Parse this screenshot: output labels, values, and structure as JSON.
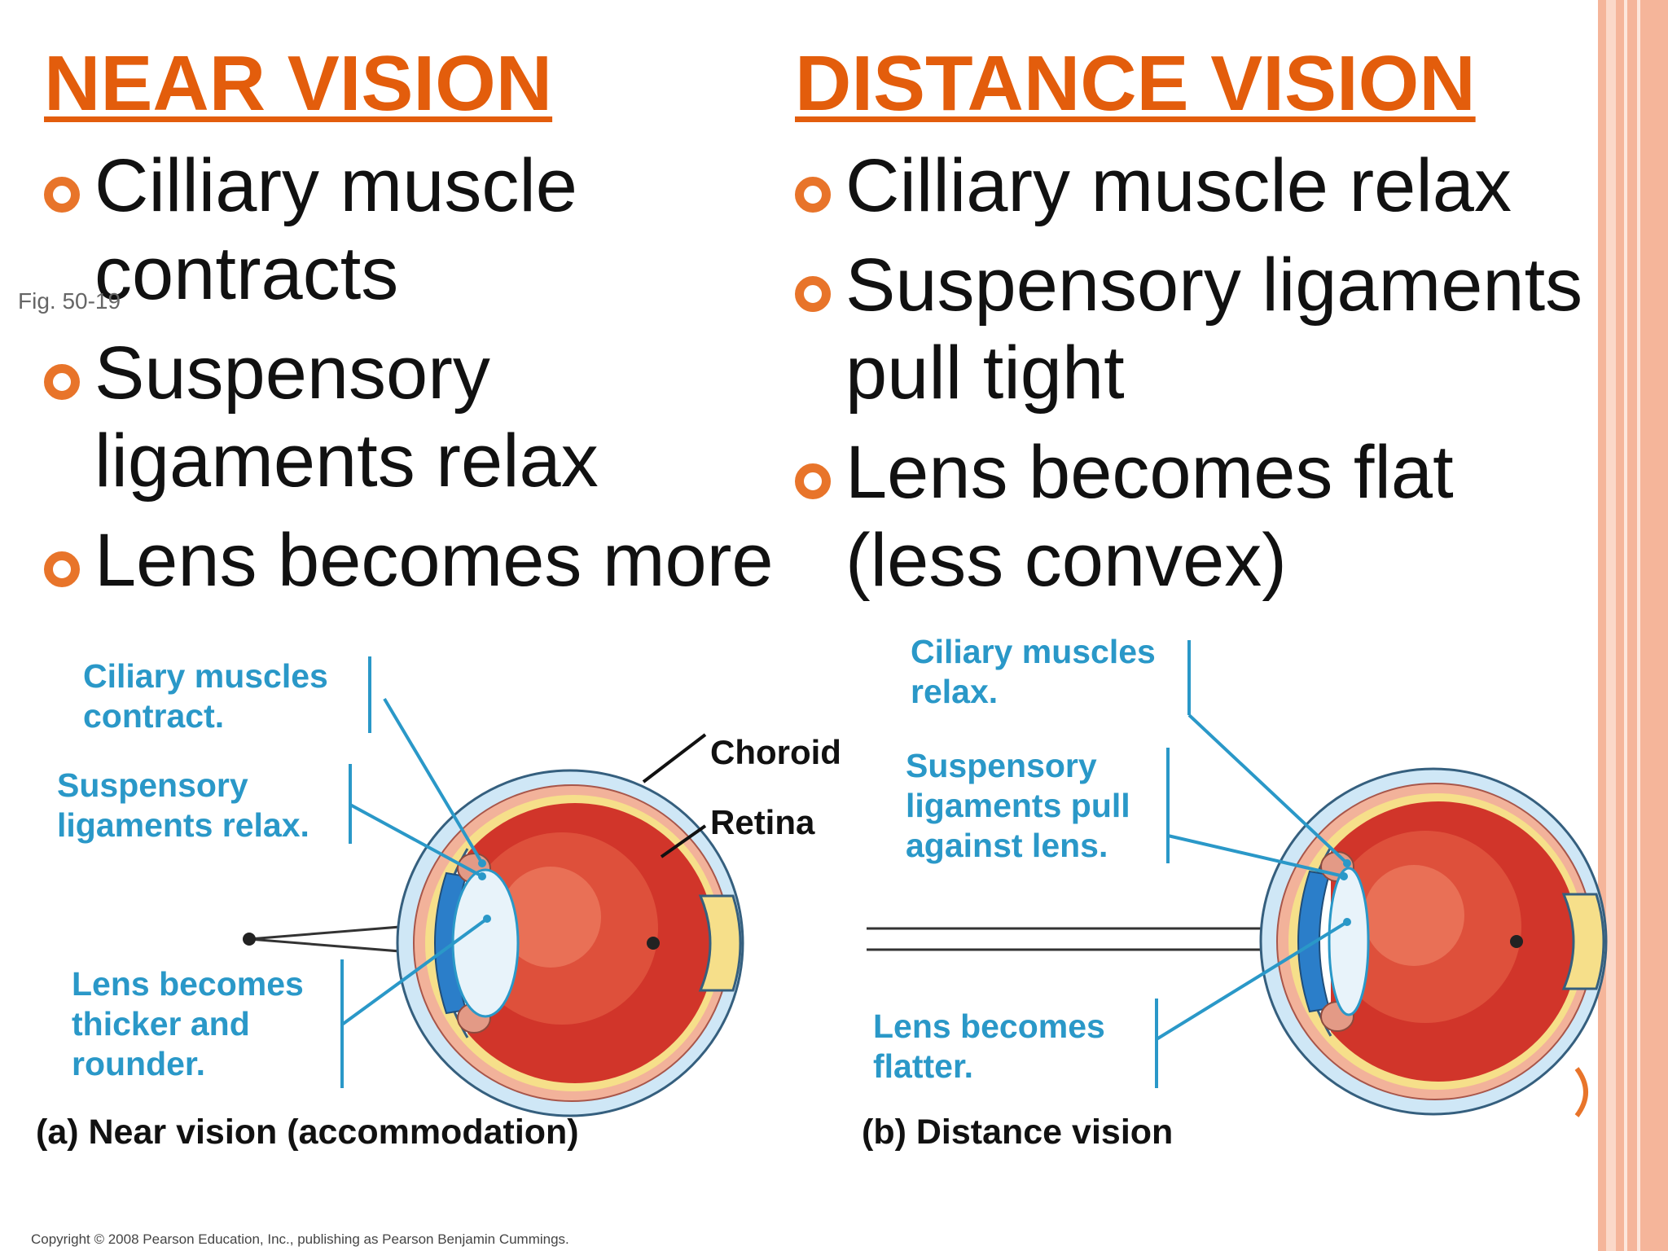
{
  "colors": {
    "accent": "#e35d0c",
    "bullet": "#e8742a",
    "callout": "#2a98c8",
    "border_outer": "#f5b59a",
    "border_inner": "#fbd8c8"
  },
  "near": {
    "title": "NEAR VISION",
    "bullets": [
      "Cilliary muscle contracts",
      "Suspensory ligaments relax",
      "Lens becomes more"
    ]
  },
  "distance": {
    "title": "DISTANCE VISION",
    "bullets": [
      "Cilliary muscle relax",
      "Suspensory ligaments pull tight",
      "Lens becomes flat (less convex)"
    ]
  },
  "figure": {
    "fig_label": "Fig. 50-19",
    "near": {
      "ciliary": "Ciliary muscles\ncontract.",
      "suspensory": "Suspensory\nligaments relax.",
      "lens": "Lens becomes\nthicker and\nrounder.",
      "caption": "(a) Near vision (accommodation)"
    },
    "distance": {
      "ciliary": "Ciliary muscles\nrelax.",
      "suspensory": "Suspensory\nligaments pull\nagainst lens.",
      "lens": "Lens becomes\nflatter.",
      "caption": "(b) Distance vision"
    },
    "choroid": "Choroid",
    "retina": "Retina",
    "copyright": "Copyright © 2008 Pearson Education, Inc., publishing as Pearson Benjamin Cummings."
  }
}
